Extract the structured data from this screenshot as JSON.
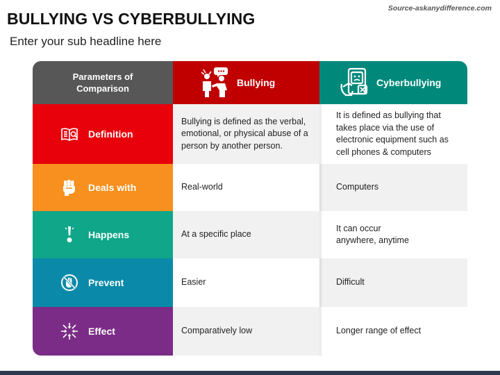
{
  "source": "Source-askanydifference.com",
  "title": "BULLYING VS CYBERBULLYING",
  "subtitle": "Enter your sub headline here",
  "headers": {
    "parameters": "Parameters of Comparison",
    "bullying": "Bullying",
    "cyberbullying": "Cyberbullying"
  },
  "rows": [
    {
      "parameter": "Definition",
      "icon": "book-icon",
      "color": "#e8000b",
      "bullying": "Bullying is defined as the verbal, emotional, or physical abuse of a person by another person.",
      "cyberbullying": "It is defined as bullying that takes place via the use of electronic equipment such as cell phones & computers"
    },
    {
      "parameter": "Deals with",
      "icon": "fist-icon",
      "color": "#f7901e",
      "bullying": "Real-world",
      "cyberbullying": "Computers"
    },
    {
      "parameter": "Happens",
      "icon": "exclamation-icon",
      "color": "#0fa689",
      "bullying": "At a specific place",
      "cyberbullying": "It can occur anywhere, anytime"
    },
    {
      "parameter": "Prevent",
      "icon": "stop-hand-icon",
      "color": "#0a8aa8",
      "bullying": "Easier",
      "cyberbullying": "Difficult"
    },
    {
      "parameter": "Effect",
      "icon": "arrows-inward-icon",
      "color": "#7b2c87",
      "bullying": "Comparatively low",
      "cyberbullying": "Longer range of effect"
    }
  ],
  "colors": {
    "header_param": "#575757",
    "header_bullying": "#c00000",
    "header_cyberbullying": "#00897b"
  }
}
